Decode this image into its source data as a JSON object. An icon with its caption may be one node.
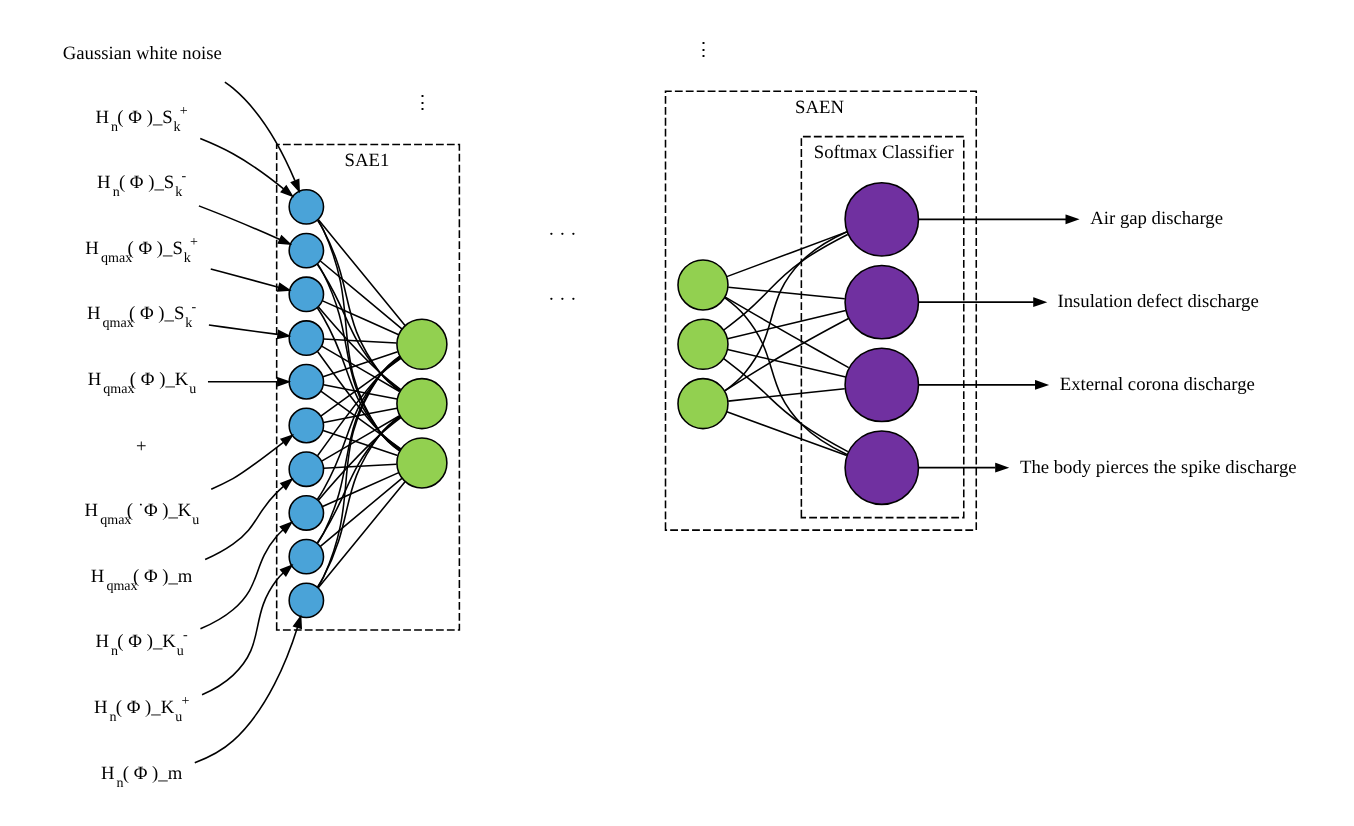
{
  "diagram": {
    "nodes": [
      {
        "text": [
          "SAE1"
        ]
      },
      {
        "text": [],
        "shape": "circle",
        "in": 0
      },
      {
        "text": [],
        "shape": "circle",
        "in": 0
      },
      {
        "text": [],
        "shape": "circle",
        "in": 0
      },
      {
        "text": [],
        "shape": "circle",
        "in": 0
      },
      {
        "text": [],
        "shape": "circle",
        "in": 0
      },
      {
        "text": [],
        "shape": "circle",
        "in": 0
      },
      {
        "text": [],
        "shape": "circle",
        "in": 0
      },
      {
        "text": [],
        "shape": "circle",
        "in": 0
      },
      {
        "text": [],
        "shape": "circle",
        "in": 0
      },
      {
        "text": [],
        "shape": "circle",
        "in": 0
      },
      {
        "text": [],
        "shape": "circle",
        "in": 0
      },
      {
        "text": [],
        "shape": "circle",
        "in": 0
      },
      {
        "text": [],
        "shape": "circle",
        "in": 0
      },
      {
        "text": [
          "SAEN"
        ]
      },
      {
        "text": [
          "Softmax Classifier"
        ],
        "in": 14
      },
      {
        "text": [],
        "shape": "circle",
        "in": 14
      },
      {
        "text": [],
        "shape": "circle",
        "in": 14
      },
      {
        "text": [],
        "shape": "circle",
        "in": 14
      },
      {
        "text": [],
        "shape": "circle",
        "in": 15
      },
      {
        "text": [],
        "shape": "circle",
        "in": 15
      },
      {
        "text": [],
        "shape": "circle",
        "in": 15
      },
      {
        "text": [],
        "shape": "circle",
        "in": 15
      },
      {
        "text": [
          "Air gap discharge"
        ]
      },
      {
        "text": [
          "Insulation defect discharge"
        ]
      },
      {
        "text": [
          "External corona discharge"
        ]
      },
      {
        "text": [
          "The body pierces the spike discharge"
        ]
      },
      {
        "text": [
          "Gaussian white noise"
        ]
      },
      {
        "text": [
          "H$_{n}$( Φ )_S$_{k}$$^{+}$"
        ]
      },
      {
        "text": [
          "H$_{n}$( Φ )_S$_{k}$$^{-}$"
        ]
      },
      {
        "text": [
          "H$_{qmax}$( Φ )_S$_{k}$$^{+}$"
        ]
      },
      {
        "text": [
          "H$_{qmax}$( Φ )_S$_{k}$$^{-}$"
        ]
      },
      {
        "text": [
          "H$_{qmax}$( Φ )_K$_{u}$"
        ]
      },
      {
        "text": [
          "H$_{qmax}$( ˙Φ )_K$_{u}$"
        ]
      },
      {
        "text": [
          "H$_{qmax}$( Φ )_m"
        ]
      },
      {
        "text": [
          "H$_{n}$( Φ )_K$_{u}$$^{-}$"
        ]
      },
      {
        "text": [
          "H$_{n}$( Φ )_K$_{u}$$^{+}$"
        ]
      },
      {
        "text": [
          "H$_{n}$( Φ )_m"
        ]
      }
    ],
    "edges": [
      {
        "from": 27,
        "to": 1,
        "arrow": "to"
      },
      {
        "from": 28,
        "to": 1,
        "arrow": "to"
      },
      {
        "from": 29,
        "to": 2,
        "arrow": "to"
      },
      {
        "from": 30,
        "to": 3,
        "arrow": "to"
      },
      {
        "from": 31,
        "to": 4,
        "arrow": "to"
      },
      {
        "from": 32,
        "to": 5,
        "arrow": "to"
      },
      {
        "from": 33,
        "to": 6,
        "arrow": "to"
      },
      {
        "from": 34,
        "to": 7,
        "arrow": "to"
      },
      {
        "from": 35,
        "to": 8,
        "arrow": "to"
      },
      {
        "from": 36,
        "to": 9,
        "arrow": "to"
      },
      {
        "from": 37,
        "to": 10,
        "arrow": "to"
      },
      {
        "from": 1,
        "to": 11,
        "arrow": "none"
      },
      {
        "from": 1,
        "to": 12,
        "arrow": "none"
      },
      {
        "from": 1,
        "to": 13,
        "arrow": "none"
      },
      {
        "from": 2,
        "to": 11,
        "arrow": "none"
      },
      {
        "from": 2,
        "to": 12,
        "arrow": "none"
      },
      {
        "from": 2,
        "to": 13,
        "arrow": "none"
      },
      {
        "from": 3,
        "to": 11,
        "arrow": "none"
      },
      {
        "from": 3,
        "to": 12,
        "arrow": "none"
      },
      {
        "from": 3,
        "to": 13,
        "arrow": "none"
      },
      {
        "from": 4,
        "to": 11,
        "arrow": "none"
      },
      {
        "from": 4,
        "to": 12,
        "arrow": "none"
      },
      {
        "from": 4,
        "to": 13,
        "arrow": "none"
      },
      {
        "from": 5,
        "to": 11,
        "arrow": "none"
      },
      {
        "from": 5,
        "to": 12,
        "arrow": "none"
      },
      {
        "from": 5,
        "to": 13,
        "arrow": "none"
      },
      {
        "from": 6,
        "to": 11,
        "arrow": "none"
      },
      {
        "from": 6,
        "to": 12,
        "arrow": "none"
      },
      {
        "from": 6,
        "to": 13,
        "arrow": "none"
      },
      {
        "from": 7,
        "to": 11,
        "arrow": "none"
      },
      {
        "from": 7,
        "to": 12,
        "arrow": "none"
      },
      {
        "from": 7,
        "to": 13,
        "arrow": "none"
      },
      {
        "from": 8,
        "to": 11,
        "arrow": "none"
      },
      {
        "from": 8,
        "to": 12,
        "arrow": "none"
      },
      {
        "from": 8,
        "to": 13,
        "arrow": "none"
      },
      {
        "from": 9,
        "to": 11,
        "arrow": "none"
      },
      {
        "from": 9,
        "to": 12,
        "arrow": "none"
      },
      {
        "from": 9,
        "to": 13,
        "arrow": "none"
      },
      {
        "from": 10,
        "to": 11,
        "arrow": "none"
      },
      {
        "from": 10,
        "to": 12,
        "arrow": "none"
      },
      {
        "from": 10,
        "to": 13,
        "arrow": "none"
      },
      {
        "from": 16,
        "to": 19,
        "arrow": "none"
      },
      {
        "from": 16,
        "to": 20,
        "arrow": "none"
      },
      {
        "from": 16,
        "to": 21,
        "arrow": "none"
      },
      {
        "from": 16,
        "to": 22,
        "arrow": "none"
      },
      {
        "from": 17,
        "to": 19,
        "arrow": "none"
      },
      {
        "from": 17,
        "to": 20,
        "arrow": "none"
      },
      {
        "from": 17,
        "to": 21,
        "arrow": "none"
      },
      {
        "from": 17,
        "to": 22,
        "arrow": "none"
      },
      {
        "from": 18,
        "to": 19,
        "arrow": "none"
      },
      {
        "from": 18,
        "to": 20,
        "arrow": "none"
      },
      {
        "from": 18,
        "to": 21,
        "arrow": "none"
      },
      {
        "from": 18,
        "to": 22,
        "arrow": "none"
      },
      {
        "from": 19,
        "to": 23,
        "arrow": "to"
      },
      {
        "from": 20,
        "to": 24,
        "arrow": "to"
      },
      {
        "from": 21,
        "to": 25,
        "arrow": "to"
      },
      {
        "from": 22,
        "to": 26,
        "arrow": "to"
      }
    ],
    "labels": [
      "· · ·",
      "+",
      "⋮",
      "· · ·",
      "⋮"
    ]
  }
}
